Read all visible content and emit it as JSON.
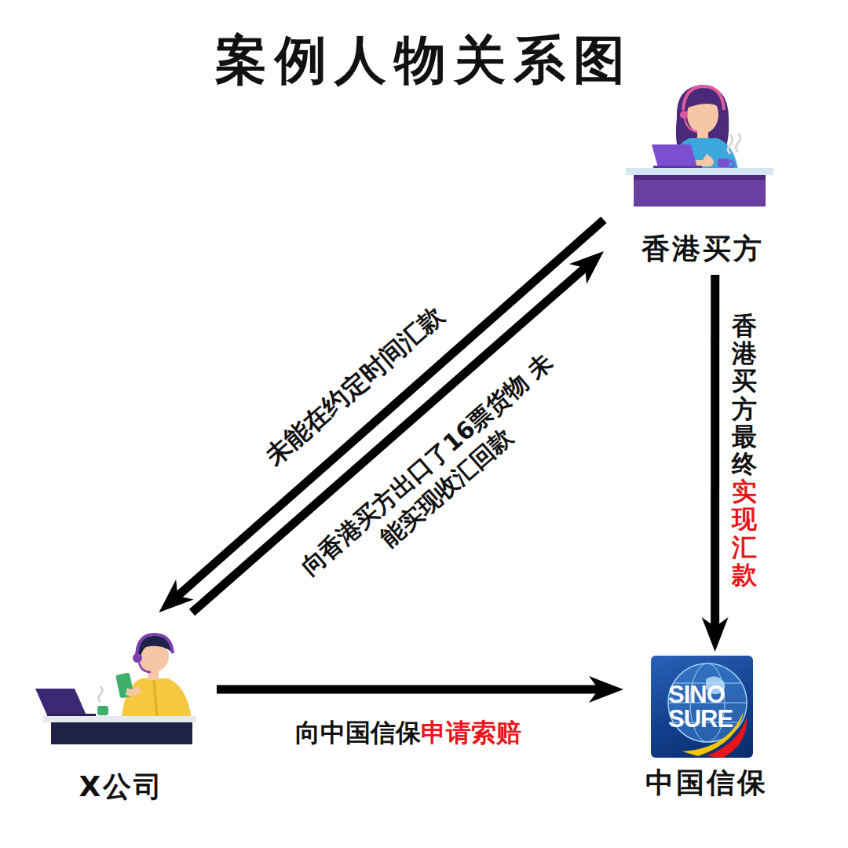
{
  "diagram": {
    "title": "案例人物关系图",
    "nodes": [
      {
        "text": [
          "香港买方"
        ]
      },
      {
        "text": [
          "X公司"
        ]
      },
      {
        "text": [
          "SINO SURE",
          "中国信保"
        ]
      }
    ],
    "edges": [
      {
        "from": 0,
        "to": 1,
        "label": "未能在约定时间汇款",
        "arrow": "to"
      },
      {
        "from": 1,
        "to": 0,
        "label": "向香港买方出口了16票货物 未能实现收汇回款",
        "arrow": "to"
      },
      {
        "from": 0,
        "to": 2,
        "label": "香港买方最终实现汇款",
        "arrow": "to"
      },
      {
        "from": 1,
        "to": 2,
        "label": "向中国信保申请索赔",
        "arrow": "to"
      }
    ]
  }
}
